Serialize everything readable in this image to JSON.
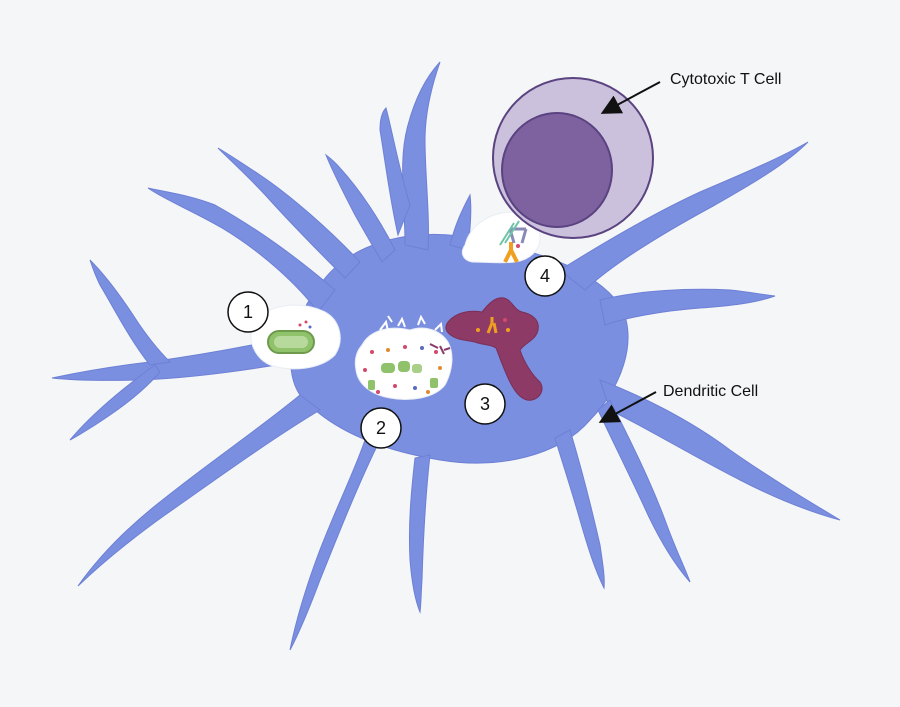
{
  "labels": {
    "t_cell": "Cytotoxic T Cell",
    "dendritic_cell": "Dendritic Cell"
  },
  "steps": [
    "1",
    "2",
    "3",
    "4"
  ],
  "colors": {
    "background": "#f5f6f7",
    "dendritic_cell": "#7b8fe0",
    "t_cell_cytoplasm": "#cbc1dd",
    "t_cell_nucleus": "#7e619f",
    "t_cell_outline": "#5a4380",
    "er_organelle": "#8e3a66",
    "bacterium": "#8fc26a",
    "vacuole": "#ffffff",
    "mhc": "#f0a020",
    "tcr": "#8a8ab8",
    "arrow": "#111111"
  }
}
